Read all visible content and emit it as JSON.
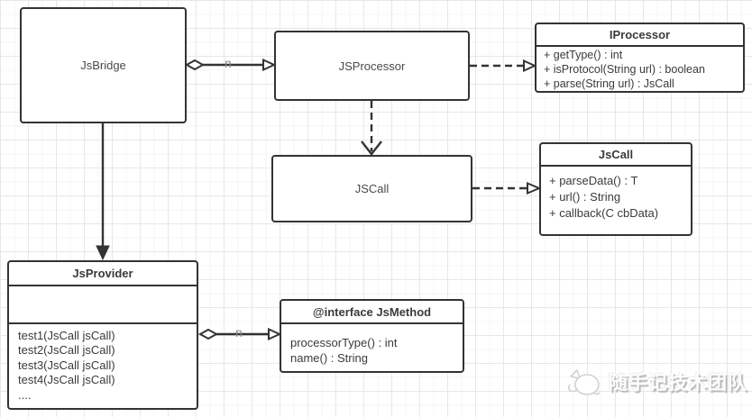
{
  "diagram": {
    "nodes": {
      "jsbridge": {
        "title": "JsBridge"
      },
      "jsprocessor": {
        "title": "JSProcessor"
      },
      "iprocessor": {
        "title": "IProcessor",
        "methods": [
          "+ getType() : int",
          "+ isProtocol(String url) : boolean",
          "+ parse(String url) : JsCall"
        ]
      },
      "jscall_object": {
        "title": "JSCall"
      },
      "jscall_class": {
        "title": "JsCall",
        "methods": [
          "+ parseData() : T",
          "+ url() : String",
          "+ callback(C cbData)"
        ]
      },
      "jsprovider": {
        "title": "JsProvider",
        "methods": [
          "test1(JsCall jsCall)",
          "test2(JsCall jsCall)",
          "test3(JsCall jsCall)",
          "test4(JsCall jsCall)",
          "...."
        ]
      },
      "jsmethod": {
        "title": "@interface JsMethod",
        "methods": [
          "processorType() : int",
          "name() : String"
        ]
      }
    },
    "edge_labels": {
      "jsbridge_jsprocessor": "n",
      "jsprovider_jsmethod": "n"
    },
    "colors": {
      "line": "#333333",
      "text": "#3a3a3a",
      "edge_label": "#8a8a8a"
    }
  },
  "watermark": {
    "text": "随手记技术团队"
  }
}
